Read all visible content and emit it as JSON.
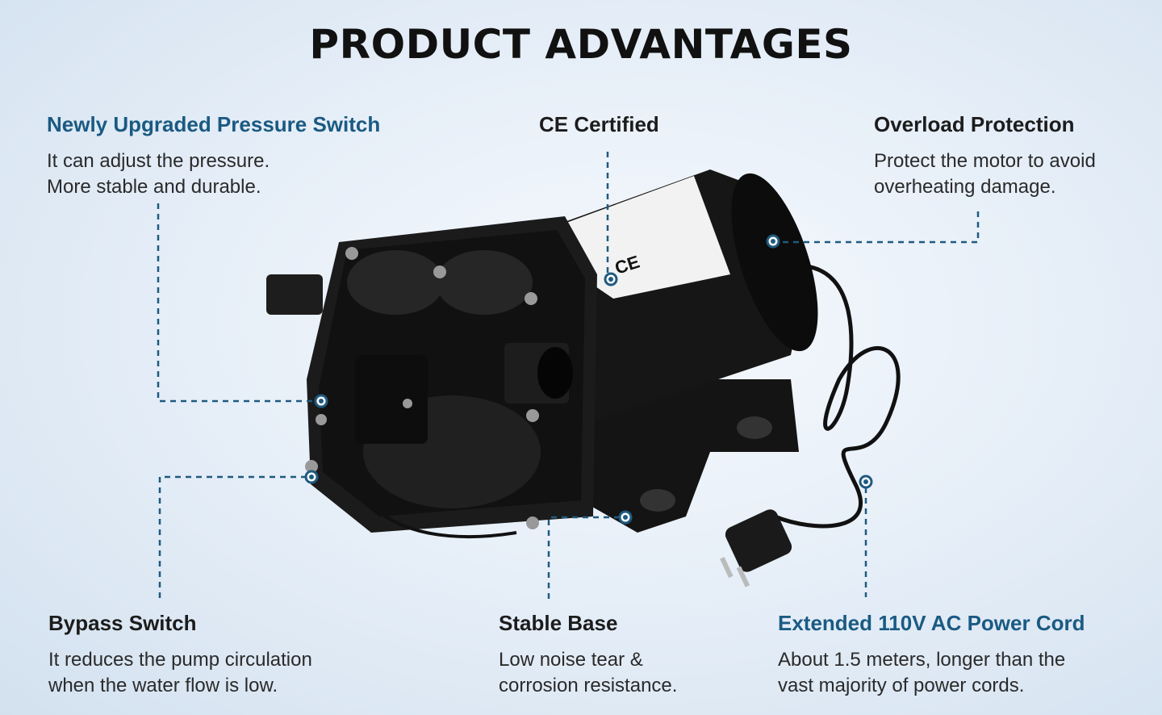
{
  "title": "PRODUCT ADVANTAGES",
  "features": [
    {
      "title": "Newly Upgraded Pressure Switch",
      "lines": [
        "It can adjust the pressure.",
        "More stable and durable."
      ]
    },
    {
      "title": "CE Certified",
      "lines": []
    },
    {
      "title": "Overload Protection",
      "lines": [
        "Protect the motor to avoid",
        "overheating damage."
      ]
    },
    {
      "title": "Bypass Switch",
      "lines": [
        "It reduces the pump circulation",
        "when the water flow is low."
      ]
    },
    {
      "title": "Stable Base",
      "lines": [
        "Low noise tear &",
        "corrosion resistance."
      ]
    },
    {
      "title": "Extended 110V AC Power Cord",
      "lines": [
        "About 1.5 meters, longer than the",
        "vast majority of power cords."
      ]
    }
  ],
  "colors": {
    "accent": "#1a5a82",
    "text": "#1c1c1c"
  }
}
